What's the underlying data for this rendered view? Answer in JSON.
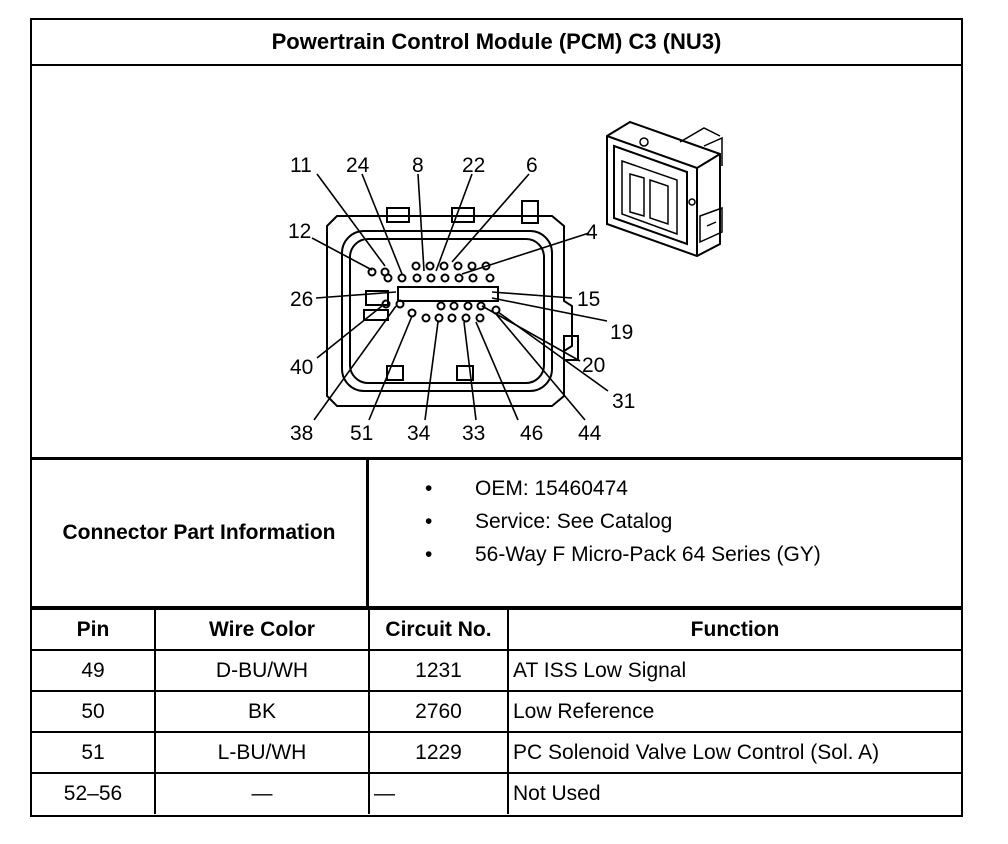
{
  "title": "Powertrain Control Module (PCM) C3 (NU3)",
  "pin_labels": {
    "p11": "11",
    "p24": "24",
    "p8": "8",
    "p22": "22",
    "p6": "6",
    "p12": "12",
    "p4": "4",
    "p26": "26",
    "p15": "15",
    "p19": "19",
    "p40": "40",
    "p20": "20",
    "p31": "31",
    "p38": "38",
    "p51": "51",
    "p34": "34",
    "p33": "33",
    "p46": "46",
    "p44": "44"
  },
  "connector_info": {
    "label": "Connector Part Information",
    "items": [
      "OEM: 15460474",
      "Service: See Catalog",
      "56-Way F Micro-Pack 64 Series (GY)"
    ],
    "bullet": "•"
  },
  "table": {
    "headers": [
      "Pin",
      "Wire Color",
      "Circuit No.",
      "Function"
    ],
    "rows": [
      [
        "49",
        "D-BU/WH",
        "1231",
        "AT ISS Low Signal"
      ],
      [
        "50",
        "BK",
        "2760",
        "Low Reference"
      ],
      [
        "51",
        "L-BU/WH",
        "1229",
        "PC Solenoid Valve Low Control (Sol. A)"
      ],
      [
        "52–56",
        "—",
        "—",
        "Not Used"
      ]
    ]
  }
}
